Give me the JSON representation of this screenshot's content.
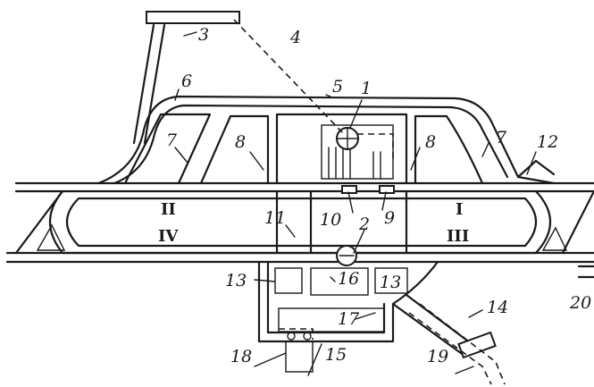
{
  "diagram": {
    "labels": {
      "l1": "1",
      "l2": "2",
      "l3": "3",
      "l4": "4",
      "l5": "5",
      "l6": "6",
      "l7a": "7",
      "l7b": "7",
      "l8a": "8",
      "l8b": "8",
      "l9": "9",
      "l10": "10",
      "l11": "11",
      "l12": "12",
      "l13a": "13",
      "l13b": "13",
      "l14": "14",
      "l15": "15",
      "l16": "16",
      "l17": "17",
      "l18": "18",
      "l19": "19",
      "l20": "20",
      "rII": "II",
      "rIV": "IV",
      "rI": "I",
      "rIII": "III"
    }
  }
}
